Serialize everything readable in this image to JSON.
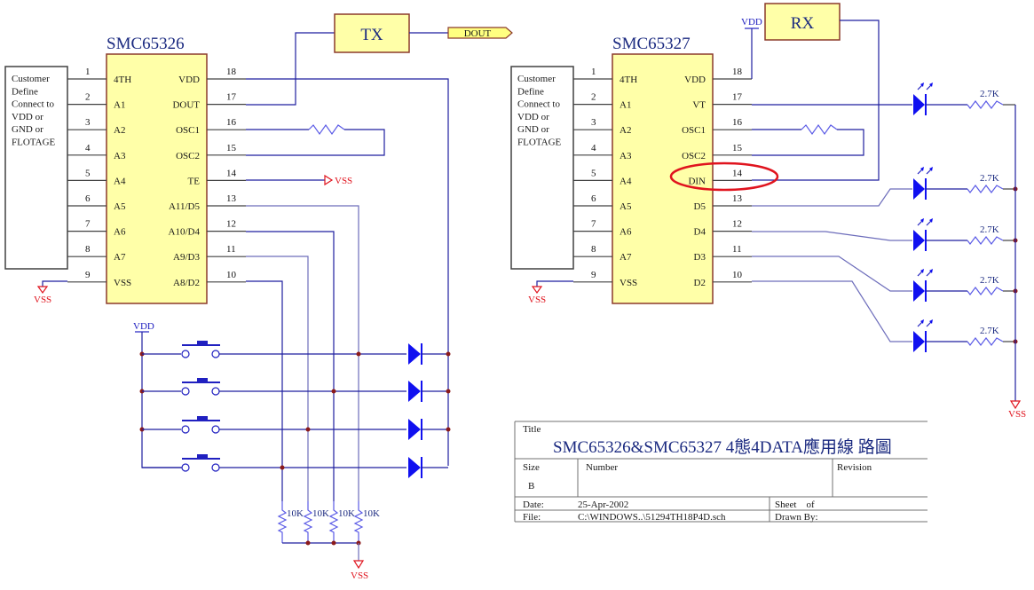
{
  "left_chip": {
    "title": "SMC65326",
    "left_pins": [
      {
        "num": "1",
        "label": "4TH"
      },
      {
        "num": "2",
        "label": "A1"
      },
      {
        "num": "3",
        "label": "A2"
      },
      {
        "num": "4",
        "label": "A3"
      },
      {
        "num": "5",
        "label": "A4"
      },
      {
        "num": "6",
        "label": "A5"
      },
      {
        "num": "7",
        "label": "A6"
      },
      {
        "num": "8",
        "label": "A7"
      },
      {
        "num": "9",
        "label": "VSS"
      }
    ],
    "right_pins": [
      {
        "num": "18",
        "label": "VDD"
      },
      {
        "num": "17",
        "label": "DOUT"
      },
      {
        "num": "16",
        "label": "OSC1"
      },
      {
        "num": "15",
        "label": "OSC2"
      },
      {
        "num": "14",
        "label": "TE"
      },
      {
        "num": "13",
        "label": "A11/D5"
      },
      {
        "num": "12",
        "label": "A10/D4"
      },
      {
        "num": "11",
        "label": "A9/D3"
      },
      {
        "num": "10",
        "label": "A8/D2"
      }
    ],
    "custom_box_lines": [
      "Customer",
      "Define",
      "Connect to",
      "VDD or",
      "GND or",
      "FLOTAGE"
    ]
  },
  "right_chip": {
    "title": "SMC65327",
    "left_pins": [
      {
        "num": "1",
        "label": "4TH"
      },
      {
        "num": "2",
        "label": "A1"
      },
      {
        "num": "3",
        "label": "A2"
      },
      {
        "num": "4",
        "label": "A3"
      },
      {
        "num": "5",
        "label": "A4"
      },
      {
        "num": "6",
        "label": "A5"
      },
      {
        "num": "7",
        "label": "A6"
      },
      {
        "num": "8",
        "label": "A7"
      },
      {
        "num": "9",
        "label": "VSS"
      }
    ],
    "right_pins": [
      {
        "num": "18",
        "label": "VDD"
      },
      {
        "num": "17",
        "label": "VT"
      },
      {
        "num": "16",
        "label": "OSC1"
      },
      {
        "num": "15",
        "label": "OSC2"
      },
      {
        "num": "14",
        "label": "DIN"
      },
      {
        "num": "13",
        "label": "D5"
      },
      {
        "num": "12",
        "label": "D4"
      },
      {
        "num": "11",
        "label": "D3"
      },
      {
        "num": "10",
        "label": "D2"
      }
    ],
    "custom_box_lines": [
      "Customer",
      "Define",
      "Connect to",
      "VDD or",
      "GND or",
      "FLOTAGE"
    ],
    "highlighted_pin": "DIN"
  },
  "modules": {
    "tx": "TX",
    "rx": "RX",
    "dout_port": "DOUT"
  },
  "power": {
    "vss": "VSS",
    "vdd": "VDD"
  },
  "resistors": {
    "pulldown": [
      "10K",
      "10K",
      "10K",
      "10K"
    ],
    "led": [
      "2.7K",
      "2.7K",
      "2.7K",
      "2.7K",
      "2.7K"
    ]
  },
  "title_block": {
    "title_label": "Title",
    "title": "SMC65326&SMC65327 4態4DATA應用線 路圖",
    "size_label": "Size",
    "size": "B",
    "number_label": "Number",
    "revision_label": "Revision",
    "date_label": "Date:",
    "date": "25-Apr-2002",
    "sheet_label": "Sheet    of",
    "file_label": "File:",
    "file": "C:\\WINDOWS..\\51294TH18P4D.sch",
    "drawn_by_label": "Drawn By:"
  }
}
